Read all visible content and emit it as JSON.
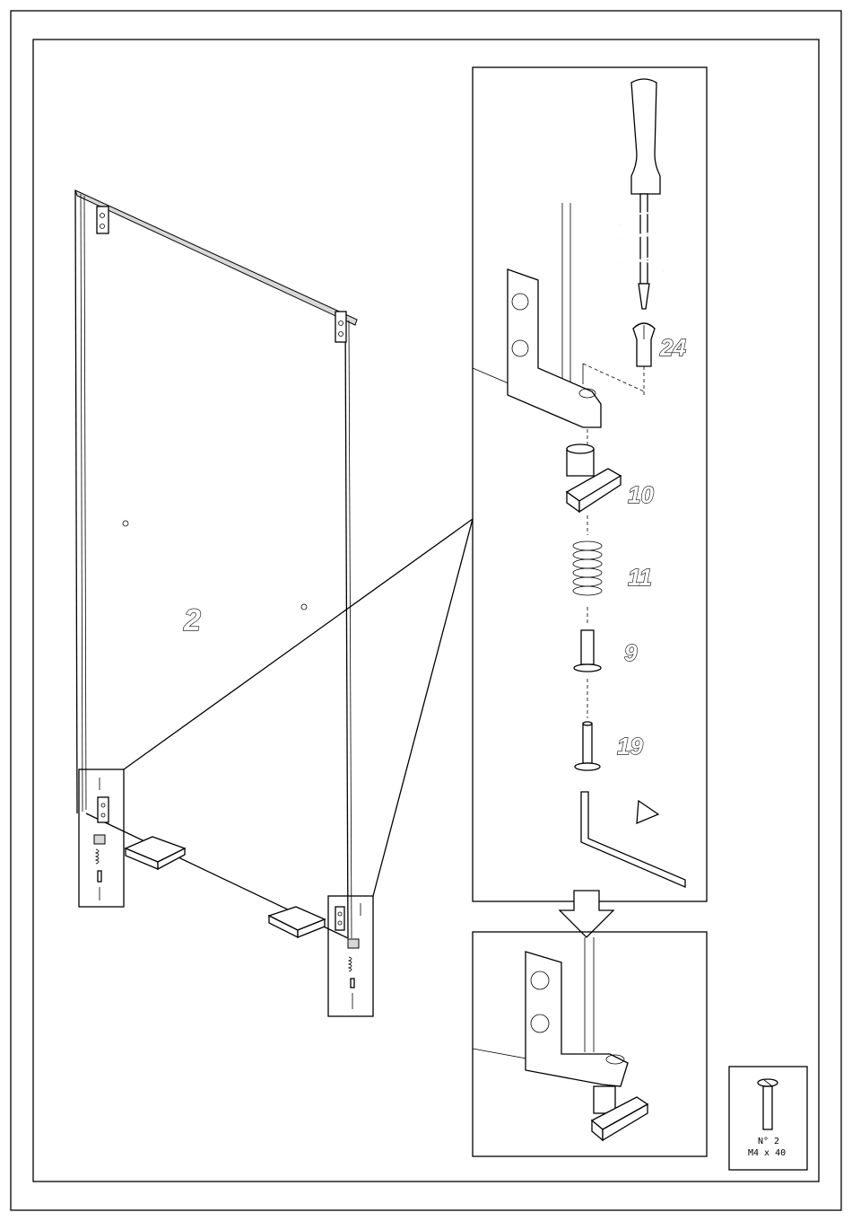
{
  "panel_label": "2",
  "parts": [
    {
      "id": "screw",
      "label": "24"
    },
    {
      "id": "hinge-bush",
      "label": "10"
    },
    {
      "id": "spring",
      "label": "11"
    },
    {
      "id": "pin",
      "label": "9"
    },
    {
      "id": "bolt",
      "label": "19"
    }
  ],
  "fastener": {
    "quantity": "N° 2",
    "size": "M4 x 40"
  }
}
